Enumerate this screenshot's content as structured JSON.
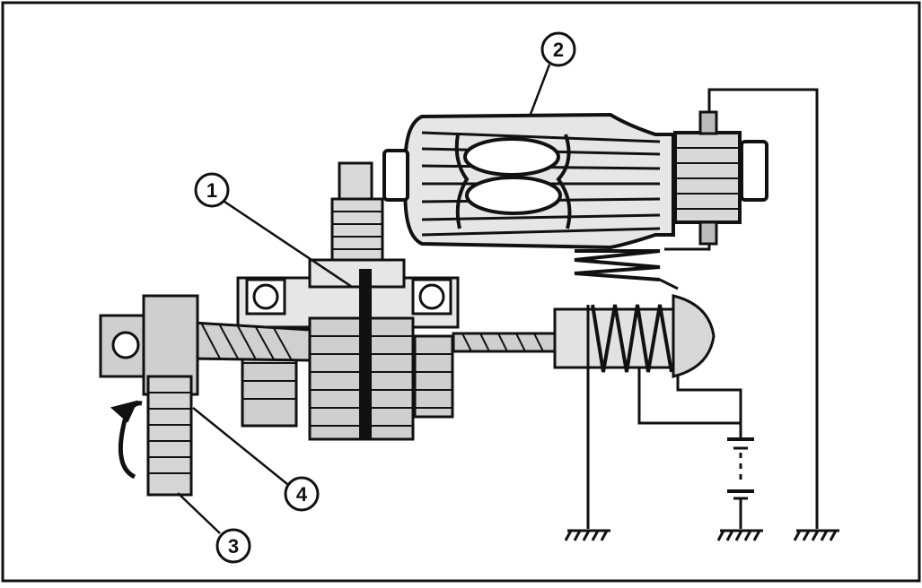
{
  "diagram": {
    "callouts": [
      {
        "id": "1",
        "label": "1"
      },
      {
        "id": "2",
        "label": "2"
      },
      {
        "id": "3",
        "label": "3"
      },
      {
        "id": "4",
        "label": "4"
      }
    ],
    "colors": {
      "line": "#111111",
      "background": "#ffffff",
      "shade": "#cfcfcf"
    }
  }
}
